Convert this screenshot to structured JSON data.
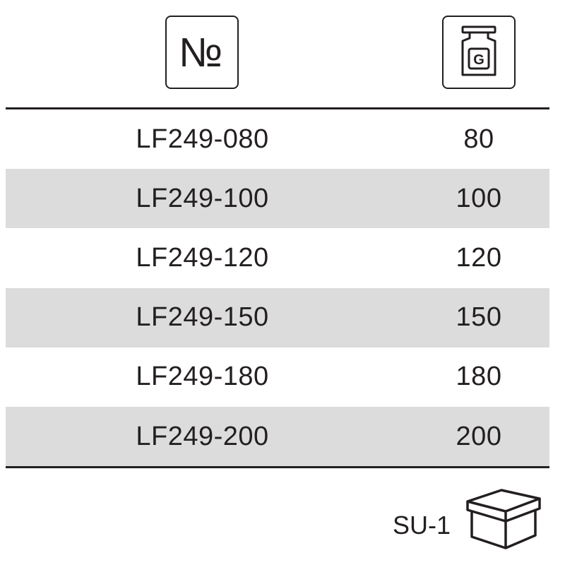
{
  "header": {
    "code_icon_glyph": "№",
    "weight_icon_letter": "G",
    "code_icon": "number-sign-icon",
    "weight_icon": "weight-icon"
  },
  "rows": [
    {
      "code": "LF249-080",
      "weight": "80"
    },
    {
      "code": "LF249-100",
      "weight": "100"
    },
    {
      "code": "LF249-120",
      "weight": "120"
    },
    {
      "code": "LF249-150",
      "weight": "150"
    },
    {
      "code": "LF249-180",
      "weight": "180"
    },
    {
      "code": "LF249-200",
      "weight": "200"
    }
  ],
  "footer": {
    "unit_label": "SU-1",
    "unit_icon": "box-icon"
  },
  "colors": {
    "text": "#231f20",
    "row_shade": "#dcdcdd",
    "background": "#ffffff"
  }
}
